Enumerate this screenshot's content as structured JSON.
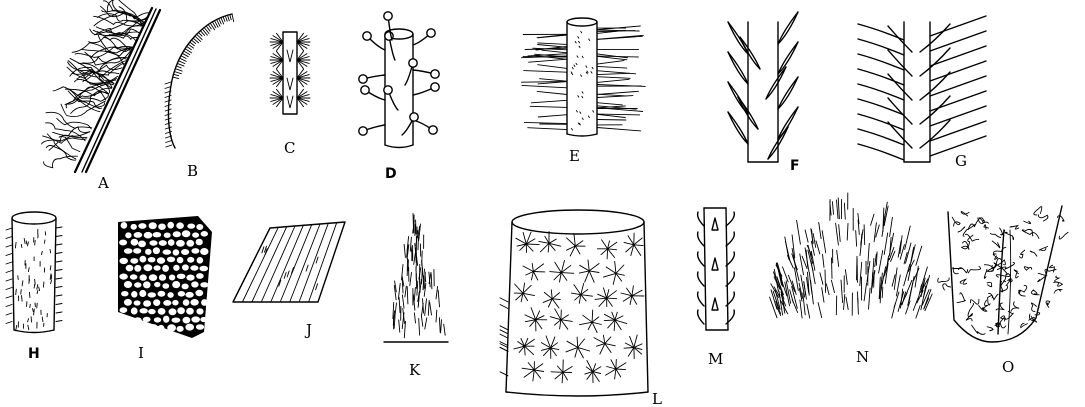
{
  "figure": {
    "panels": [
      {
        "id": "A",
        "label": "A",
        "bold": false
      },
      {
        "id": "B",
        "label": "B",
        "bold": false
      },
      {
        "id": "C",
        "label": "C",
        "bold": false
      },
      {
        "id": "D",
        "label": "D",
        "bold": true
      },
      {
        "id": "E",
        "label": "E",
        "bold": false
      },
      {
        "id": "F",
        "label": "F",
        "bold": true
      },
      {
        "id": "G",
        "label": "G",
        "bold": false
      },
      {
        "id": "H",
        "label": "H",
        "bold": true
      },
      {
        "id": "I",
        "label": "I",
        "bold": false
      },
      {
        "id": "J",
        "label": "J",
        "bold": false
      },
      {
        "id": "K",
        "label": "K",
        "bold": false
      },
      {
        "id": "L",
        "label": "L",
        "bold": false
      },
      {
        "id": "M",
        "label": "M",
        "bold": false
      },
      {
        "id": "N",
        "label": "N",
        "bold": false
      },
      {
        "id": "O",
        "label": "O",
        "bold": false
      }
    ]
  }
}
